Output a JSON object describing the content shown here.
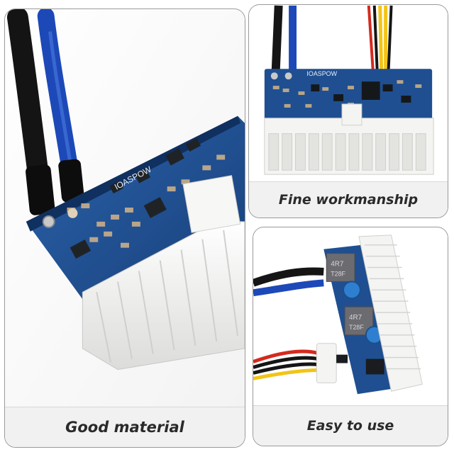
{
  "panels": {
    "main": {
      "caption": "Good material",
      "board_brand": "IOASPOW"
    },
    "top_right": {
      "caption": "Fine workmanship",
      "board_brand": "IOASPOW"
    },
    "bottom_right": {
      "caption": "Easy to use",
      "inductor_label_1": "4R7",
      "inductor_code_1": "T28F",
      "inductor_label_2": "4R7",
      "inductor_code_2": "T28F"
    }
  },
  "colors": {
    "pcb": "#1f4f91",
    "connector": "#f4f4f2",
    "cable_blue": "#1d49b8",
    "cable_black": "#1a1a1a",
    "wire_red": "#d42a1f",
    "wire_yellow": "#f2c418"
  }
}
